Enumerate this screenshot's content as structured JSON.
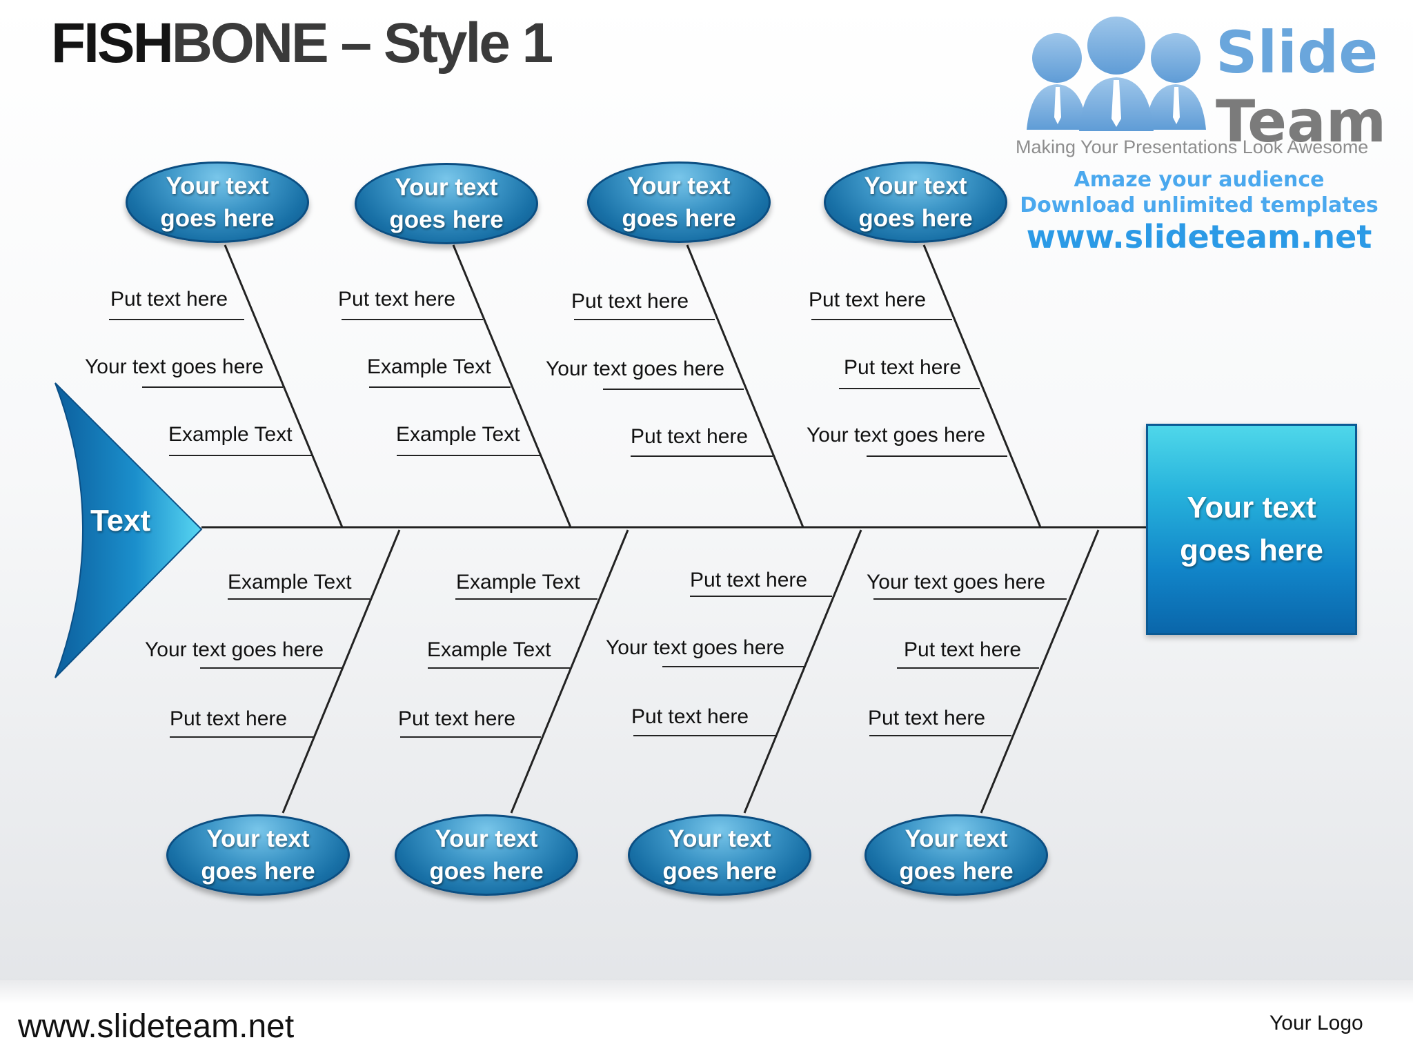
{
  "title": {
    "part1": "FISH",
    "part2": "BONE",
    "part3": " – Style 1"
  },
  "logo": {
    "name_line1": "Slide",
    "name_line2": "Team",
    "tagline": "Making Your Presentations Look Awesome",
    "promo_line1": "Amaze your audience",
    "promo_line2": "Download unlimited templates",
    "promo_url": "www.slideteam.net",
    "colors": {
      "people_icon": "#7fb3e0",
      "name_primary": "#6aa6dc",
      "name_secondary": "#7b7b7b"
    }
  },
  "fishbone": {
    "head_label": "Text",
    "effect_label": "Your text\ngoes here",
    "top_categories": [
      {
        "label": "Your text\ngoes here",
        "causes": [
          "Put text here",
          "Your text goes here",
          "Example Text"
        ]
      },
      {
        "label": "Your text\ngoes here",
        "causes": [
          "Put text here",
          "Example  Text",
          "Example Text"
        ]
      },
      {
        "label": "Your text\ngoes here",
        "causes": [
          "Put text here",
          "Your text goes here",
          "Put text here"
        ]
      },
      {
        "label": "Your text\ngoes here",
        "causes": [
          "Put text here",
          "Put text here",
          "Your text goes here"
        ]
      }
    ],
    "bottom_categories": [
      {
        "label": "Your text\ngoes here",
        "causes": [
          "Example Text",
          "Your text goes here",
          "Put text here"
        ]
      },
      {
        "label": "Your text\ngoes here",
        "causes": [
          "Example Text",
          "Example  Text",
          "Put text here"
        ]
      },
      {
        "label": "Your text\ngoes here",
        "causes": [
          "Put text here",
          "Your text goes here",
          "Put text here"
        ]
      },
      {
        "label": "Your text\ngoes here",
        "causes": [
          "Your text goes here",
          "Put text here",
          "Put text here"
        ]
      }
    ],
    "colors": {
      "bubble": "#1a6fa5",
      "effect_box": "#1aa0d8",
      "head": "#1a8bc9",
      "lines": "#222222"
    }
  },
  "footer": {
    "url": "www.slideteam.net",
    "logo_text": "Your Logo"
  }
}
